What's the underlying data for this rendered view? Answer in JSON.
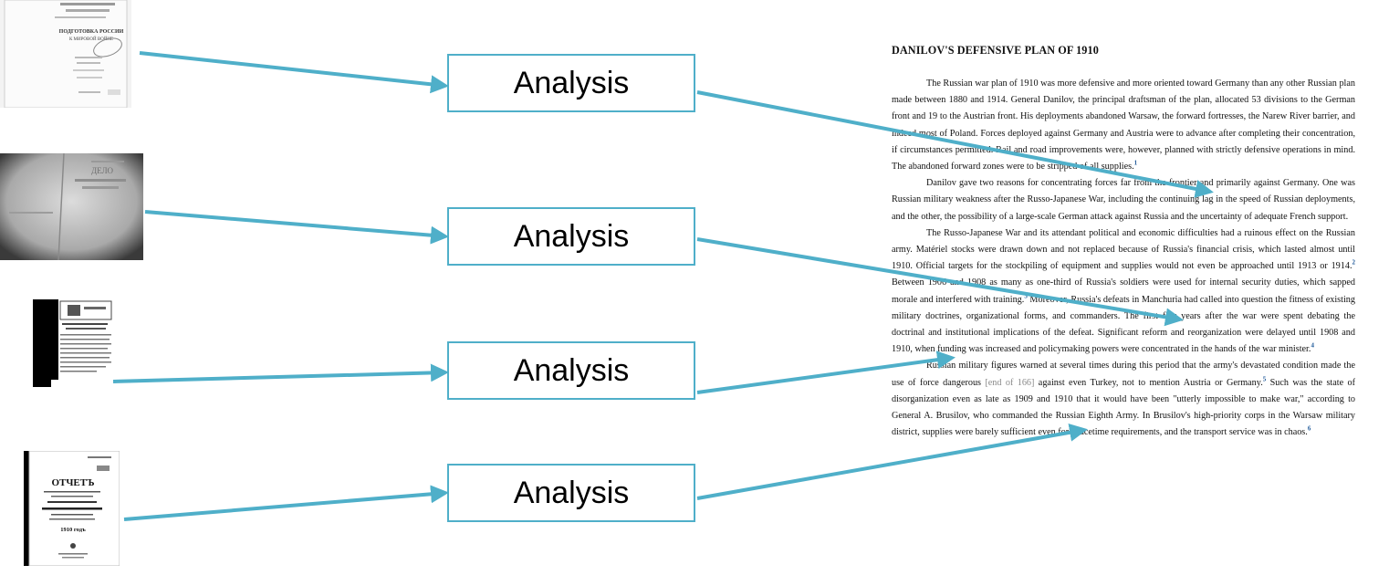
{
  "boxes": [
    {
      "label": "Analysis"
    },
    {
      "label": "Analysis"
    },
    {
      "label": "Analysis"
    },
    {
      "label": "Analysis"
    }
  ],
  "thumbnails": [
    {
      "lines": [
        "ПОДГОТОВКА РОССИИ",
        "К МИРОВОЙ ВОЙНЕ"
      ]
    },
    {
      "lines": [
        "ДЕЛО"
      ]
    },
    {
      "lines": []
    },
    {
      "lines": [
        "ОТЧЕТЪ",
        "1910 годъ"
      ]
    }
  ],
  "document": {
    "title": "DANILOV'S DEFENSIVE PLAN OF 1910",
    "paragraphs": [
      {
        "text": "The Russian war plan of 1910 was more defensive and more oriented toward Germany than any other Russian plan made between 1880 and 1914. General Danilov, the principal draftsman of the plan, allocated 53 divisions to the German front and 19 to the Austrian front. His deployments abandoned Warsaw, the forward fortresses, the Narew River barrier, and indeed most of Poland. Forces deployed against Germany and Austria were to advance after completing their concentration, if circumstances permitted. Rail and road improvements were, however, planned with strictly defensive operations in mind. The abandoned forward zones were to be stripped of all supplies.",
        "note": "1"
      },
      {
        "text": "Danilov gave two reasons for concentrating forces far from the frontier and primarily against Germany. One was Russian military weakness after the Russo-Japanese War, including the continuing lag in the speed of Russian deployments, and the other, the possibility of a large-scale German attack against Russia and the uncertainty of adequate French support.",
        "note": ""
      },
      {
        "text": "The Russo-Japanese War and its attendant political and economic difficulties had a ruinous effect on the Russian army. Matériel stocks were drawn down and not replaced because of Russia's financial crisis, which lasted almost until 1910. Official targets for the stockpiling of equipment and supplies would not even be approached until 1913 or 1914.",
        "note": "2",
        "cont": " Between 1906 and 1908 as many as one-third of Russia's soldiers were used for internal security duties, which sapped morale and interfered with training.",
        "note2": "3",
        "cont2": " Moreover, Russia's defeats in Manchuria had called into question the fitness of existing military doctrines, organizational forms, and commanders. The first few years after the war were spent debating the doctrinal and institutional implications of the defeat. Significant reform and reorganization were delayed until 1908 and 1910, when funding was increased and policymaking powers were concentrated in the hands of the war minister.",
        "note3": "4"
      },
      {
        "text": "Russian military figures warned at several times during this period that the army's devastated condition made the use of force dangerous ",
        "page_marker": "[end of 166]",
        "cont": " against even Turkey, not to mention Austria or Germany.",
        "note": "5",
        "cont2": " Such was the state of disorganization even as late as 1909 and 1910 that it would have been \"utterly impossible to make war,\" according to General A. Brusilov, who commanded the Russian Eighth Army. In Brusilov's high-priority corps in the Warsaw military district, supplies were barely sufficient even for peacetime requirements, and the transport service was in chaos.",
        "note3": "6"
      }
    ]
  },
  "colors": {
    "arrow": "#4fafc9",
    "box_border": "#4fafc9",
    "footnote": "#1f5a9a"
  }
}
